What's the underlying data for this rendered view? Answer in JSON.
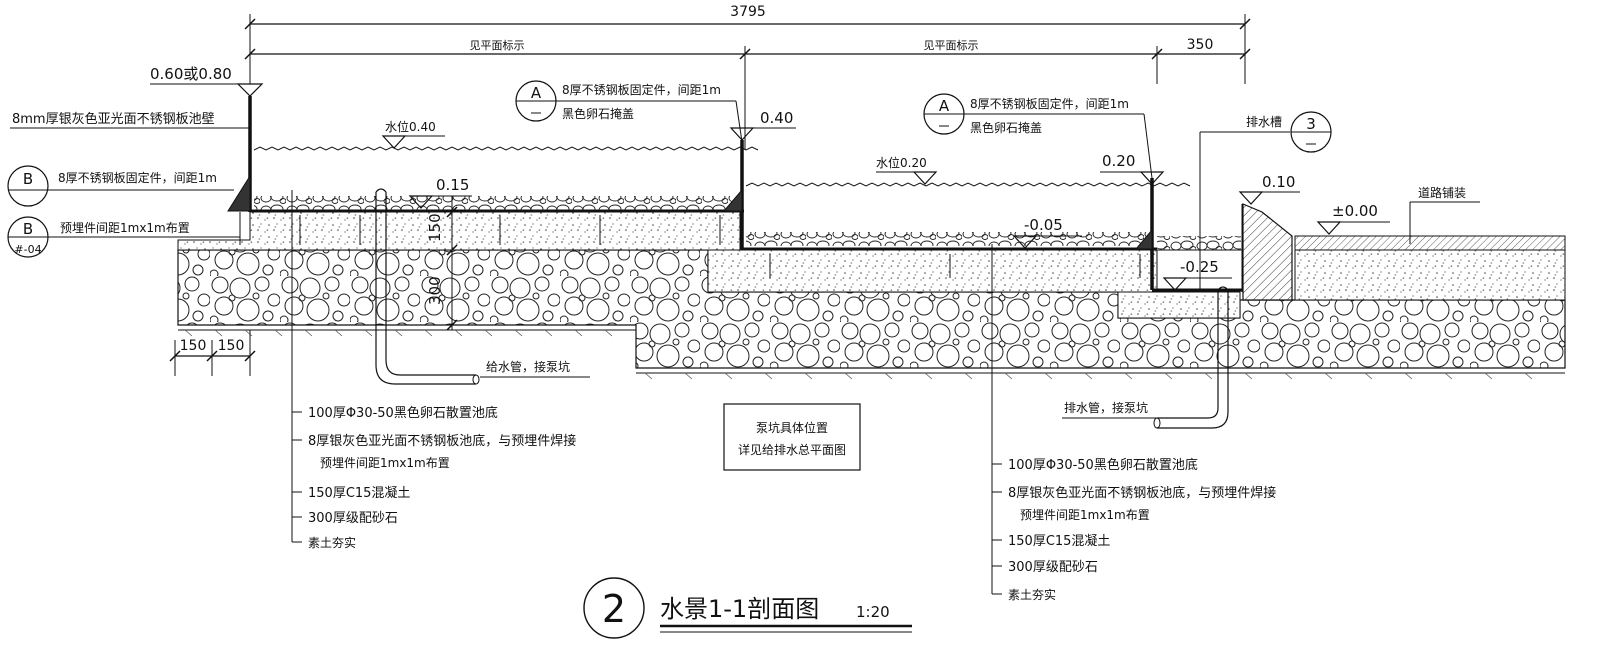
{
  "dims": {
    "total": "3795",
    "left_seg": "见平面标示",
    "mid_seg": "见平面标示",
    "right_seg": "350",
    "bottom_a": "150",
    "bottom_b": "150",
    "depth_150": "150",
    "depth_300": "300"
  },
  "levels": {
    "top_wall": "0.60或0.80",
    "water1": "水位0.40",
    "lvl_040": "0.40",
    "lvl_015": "0.15",
    "water2": "水位0.20",
    "lvl_020": "0.20",
    "lvl_m005": "-0.05",
    "lvl_m025": "-0.25",
    "lvl_010": "0.10",
    "lvl_000": "±0.00"
  },
  "callouts": {
    "wall_note": "8mm厚银灰色亚光面不锈钢板池壁",
    "b_top_letter": "B",
    "b_top_text": "8厚不锈钢板固定件，间距1m",
    "b_bot_letter": "B",
    "b_bot_code": "#-04",
    "b_bot_text": "预埋件间距1mx1m布置",
    "a1_letter": "A",
    "a1_line1": "8厚不锈钢板固定件，间距1m",
    "a1_line2": "黑色卵石掩盖",
    "a2_letter": "A",
    "a2_line1": "8厚不锈钢板固定件，间距1m",
    "a2_line2": "黑色卵石掩盖",
    "drain_label": "排水槽",
    "c3_number": "3",
    "road_label": "道路铺装",
    "supply_pipe": "给水管，接泵坑",
    "drain_pipe": "排水管，接泵坑",
    "pump_line1": "泵坑具体位置",
    "pump_line2": "详见给排水总平面图"
  },
  "layers_left": [
    "100厚Φ30-50黑色卵石散置池底",
    "8厚银灰色亚光面不锈钢板池底，与预埋件焊接",
    "预埋件间距1mx1m布置",
    "150厚C15混凝土",
    "300厚级配砂石",
    "素土夯实"
  ],
  "layers_right": [
    "100厚Φ30-50黑色卵石散置池底",
    "8厚银灰色亚光面不锈钢板池底，与预埋件焊接",
    "预埋件间距1mx1m布置",
    "150厚C15混凝土",
    "300厚级配砂石",
    "素土夯实"
  ],
  "title": {
    "number": "2",
    "text": "水景1-1剖面图",
    "scale": "1:20"
  }
}
